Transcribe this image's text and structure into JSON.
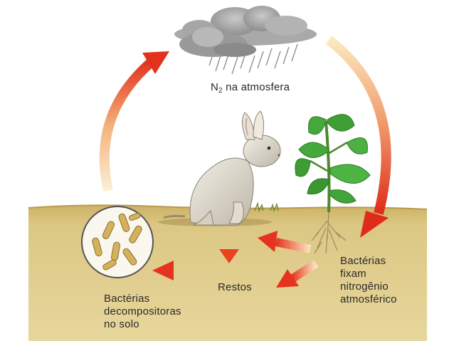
{
  "labels": {
    "atmosphere_prefix": "N",
    "atmosphere_subscript": "2",
    "atmosphere_suffix": " na atmosfera",
    "remains": "Restos",
    "fixing_bacteria": [
      "Bactérias",
      "fixam",
      "nitrogênio",
      "atmosférico"
    ],
    "decomposer_bacteria": [
      "Bactérias",
      "decompositoras",
      "no solo"
    ]
  },
  "colors": {
    "soil": "#d8c27a",
    "arrow_red": "#e0301e",
    "arrow_light": "#f7e2b0",
    "leaf_green": "#3fa33a",
    "cloud_gray": "#9a9a9a"
  },
  "icons": [
    "rain-cloud-icon",
    "rabbit-icon",
    "plant-icon",
    "bacteria-circle-icon",
    "arrow-icon"
  ]
}
